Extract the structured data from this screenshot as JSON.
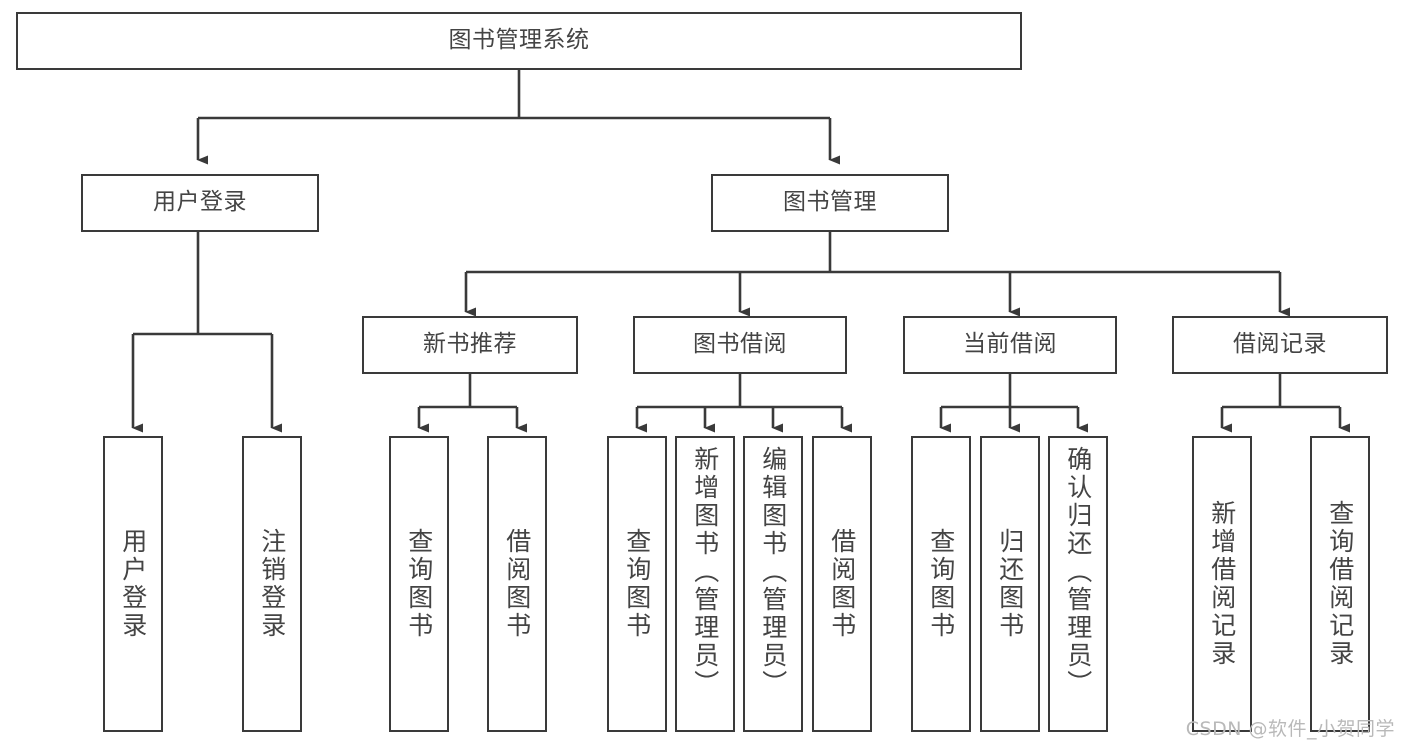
{
  "diagram": {
    "title": "图书管理系统",
    "type": "hierarchy-tree",
    "root": {
      "label": "图书管理系统"
    },
    "tier1": [
      {
        "label": "用户登录"
      },
      {
        "label": "图书管理"
      }
    ],
    "tier2": [
      {
        "label": "新书推荐"
      },
      {
        "label": "图书借阅"
      },
      {
        "label": "当前借阅"
      },
      {
        "label": "借阅记录"
      }
    ],
    "leaves": [
      {
        "label": "用户登录"
      },
      {
        "label": "注销登录"
      },
      {
        "label": "查询图书"
      },
      {
        "label": "借阅图书"
      },
      {
        "label": "查询图书"
      },
      {
        "label": "新增图书（管理员）"
      },
      {
        "label": "编辑图书（管理员）"
      },
      {
        "label": "借阅图书"
      },
      {
        "label": "查询图书"
      },
      {
        "label": "归还图书"
      },
      {
        "label": "确认归还（管理员）"
      },
      {
        "label": "新增借阅记录"
      },
      {
        "label": "查询借阅记录"
      }
    ]
  },
  "watermark": {
    "text": "CSDN @软件_小贺同学"
  },
  "colors": {
    "background": "#ffffff",
    "box_border": "#3a3a3a",
    "box_fill": "#ffffff",
    "text": "#444444",
    "edge": "#3a3a3a",
    "watermark": "#b9b9b9"
  }
}
